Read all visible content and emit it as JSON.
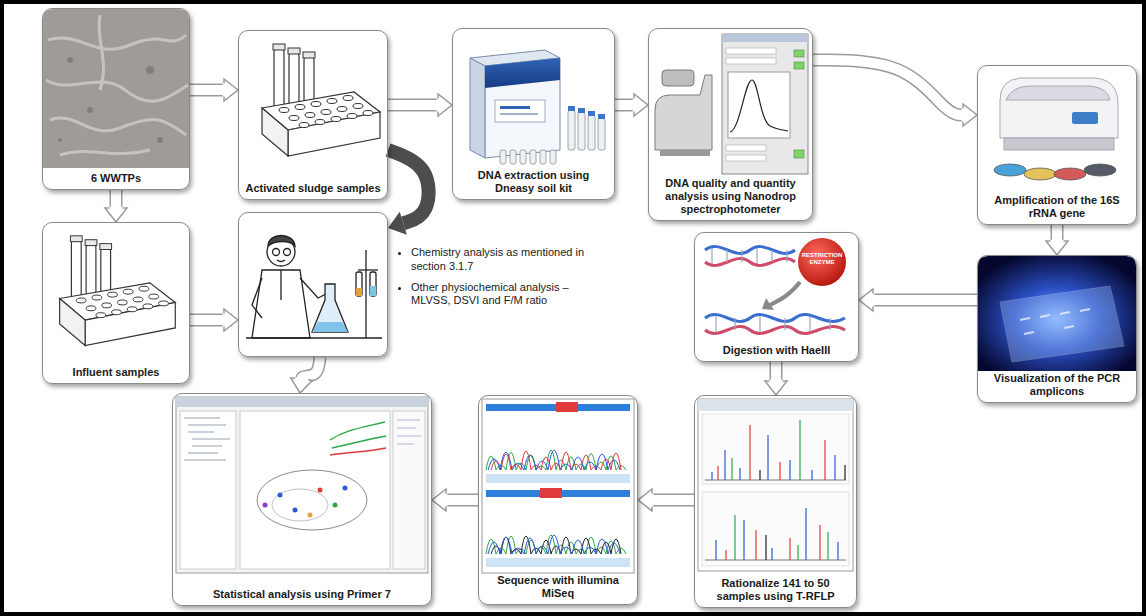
{
  "diagram": {
    "nodes": [
      {
        "text": [
          "6 WWTPs"
        ]
      },
      {
        "text": [
          "Activated sludge samples"
        ]
      },
      {
        "text": [
          "DNA extraction using Dneasy soil kit"
        ]
      },
      {
        "text": [
          "DNA quality and quantity analysis using Nanodrop spectrophotometer"
        ]
      },
      {
        "text": [
          "Amplification of the 16S rRNA gene"
        ]
      },
      {
        "text": [
          "Influent samples"
        ]
      },
      {
        "text": [
          "Chemistry analysis as mentioned in section 3.1.7",
          "Other physiochemical analysis – MLVSS, DSVI and F/M ratio"
        ]
      },
      {
        "text": [
          "Digestion with HaeIII"
        ]
      },
      {
        "text": [
          "Visualization of the PCR amplicons"
        ]
      },
      {
        "text": [
          "Rationalize 141 to 50 samples using T-RFLP"
        ]
      },
      {
        "text": [
          "Sequence with illumina MiSeq"
        ]
      },
      {
        "text": [
          "Statistical analysis using Primer 7"
        ]
      }
    ],
    "edges": [
      {
        "from": 0,
        "to": 1,
        "arrow": "to"
      },
      {
        "from": 1,
        "to": 2,
        "arrow": "to"
      },
      {
        "from": 2,
        "to": 3,
        "arrow": "to"
      },
      {
        "from": 3,
        "to": 4,
        "arrow": "to"
      },
      {
        "from": 0,
        "to": 5,
        "arrow": "to"
      },
      {
        "from": 1,
        "to": 6,
        "arrow": "to"
      },
      {
        "from": 5,
        "to": 6,
        "arrow": "to"
      },
      {
        "from": 4,
        "to": 8,
        "arrow": "to"
      },
      {
        "from": 8,
        "to": 7,
        "arrow": "to"
      },
      {
        "from": 7,
        "to": 9,
        "arrow": "to"
      },
      {
        "from": 9,
        "to": 10,
        "arrow": "to"
      },
      {
        "from": 10,
        "to": 11,
        "arrow": "to"
      },
      {
        "from": 6,
        "to": 11,
        "arrow": "to"
      }
    ],
    "labels": [
      "RESTRICTION ENZYME"
    ]
  }
}
